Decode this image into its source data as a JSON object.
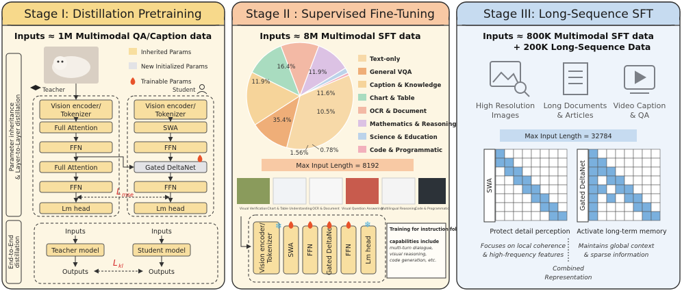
{
  "stage1": {
    "title": "Stage I: Distillation Pretraining",
    "inputs": "Inputs ≈ 1M Multimodal QA/Caption data",
    "side_label_top_line1": "Parameter inheritance",
    "side_label_top_line2": "& Layer-to-Layer distillation",
    "side_label_bottom_line1": "End-to-End",
    "side_label_bottom_line2": "distillation",
    "teacher_label": "Teacher",
    "student_label": "Student",
    "legend": {
      "inherited": "Inherited Params",
      "new_init": "New Initialized Params",
      "trainable": "Trainable Params"
    },
    "teacher_stack": [
      "Vision encoder/",
      "Tokenizer",
      "Full Attention",
      "FFN",
      "Full Attention",
      "FFN",
      "Lm head"
    ],
    "student_stack": [
      "Vision encoder/",
      "Tokenizer",
      "SWA",
      "FFN",
      "Gated DeltaNet",
      "FFN",
      "Lm head"
    ],
    "loss_mse": "L",
    "loss_mse_sub": "mse",
    "loss_kl": "L",
    "loss_kl_sub": "kl",
    "e2e": {
      "inputs": "Inputs",
      "teacher_model": "Teacher model",
      "student_model": "Student model",
      "outputs": "Outputs"
    }
  },
  "stage2": {
    "title": "Stage II : Supervised Fine-Tuning",
    "inputs": "Inputs ≈ 8M Multimodal SFT data",
    "pie_labels": [
      "16.4%",
      "11.9%",
      "11.9%",
      "11.6%",
      "10.5%",
      "35.4%",
      "1.56%",
      "0.78%"
    ],
    "legend": [
      "Text-only",
      "General VQA",
      "Caption & Knowledge",
      "Chart & Table",
      "OCR & Document",
      "Mathematics & Reasoning",
      "Science & Education",
      "Code & Programmatic"
    ],
    "max_input": "Max Input Length = 8192",
    "thumb_captions": [
      "Visual Verification",
      "Chart & Table Understanding",
      "OCR & Document",
      "Visual Question Answering",
      "Multilingual Reasoning",
      "Code & Programmatic"
    ],
    "pipeline": [
      "Vision encoder/",
      "Tokenizer",
      "SWA",
      "FFN",
      "Gated DeltaNet",
      "FFN",
      "Lm head"
    ],
    "note_title": "Training for instruction following:",
    "note_body1": "capabilities include",
    "note_body2": "multi-turn dialogue,",
    "note_body3": "visual reasoning,",
    "note_body4": "code generation, etc."
  },
  "stage3": {
    "title": "Stage III: Long-Sequence SFT",
    "inputs_line1": "Inputs ≈ 800K Multimodal SFT data",
    "inputs_line2": "+ 200K Long-Sequence Data",
    "icon_captions": [
      [
        "High Resolution",
        "Images"
      ],
      [
        "Long Documents",
        "& Articles"
      ],
      [
        "Video Caption",
        "& QA"
      ]
    ],
    "max_input": "Max Input Length = 32784",
    "grid_left_label": "SWA",
    "grid_right_label": "Gated DeltaNet",
    "left_caption": "Protect detail perception",
    "right_caption": "Activate long-term memory",
    "left_note_line1": "Focuses on local coherence",
    "left_note_line2": "& high-frequency features",
    "right_note_line1": "Maintains global context",
    "right_note_line2": "& sparse information",
    "combined_line1": "Combined",
    "combined_line2": "Representation"
  },
  "chart_data": {
    "type": "pie",
    "categories": [
      "Text-only",
      "General VQA",
      "Caption & Knowledge",
      "Chart & Table",
      "OCR & Document",
      "Mathematics & Reasoning",
      "Science & Education",
      "Code & Programmatic"
    ],
    "values": [
      35.4,
      11.9,
      16.4,
      11.9,
      11.6,
      10.5,
      1.56,
      0.78
    ],
    "colors": [
      "#f7d9a8",
      "#efae78",
      "#f6d49a",
      "#a9dcc0",
      "#f3b9a5",
      "#dcc2e4",
      "#bcd3ea",
      "#f2b0bc"
    ],
    "title": "",
    "legend_position": "right"
  },
  "colors": {
    "stage1_bg": "#fdf6e3",
    "stage1_title_bg": "#f7d98b",
    "stage2_bg": "#fdf6e3",
    "stage2_title_bg": "#f8c9a4",
    "stage3_bg": "#eef4fb",
    "stage3_title_bg": "#c6dbf0",
    "block_fill": "#f8dfa0",
    "new_init_fill": "#e3e3e6",
    "grid_active": "#7ab0de",
    "loss_red": "#d62728"
  }
}
